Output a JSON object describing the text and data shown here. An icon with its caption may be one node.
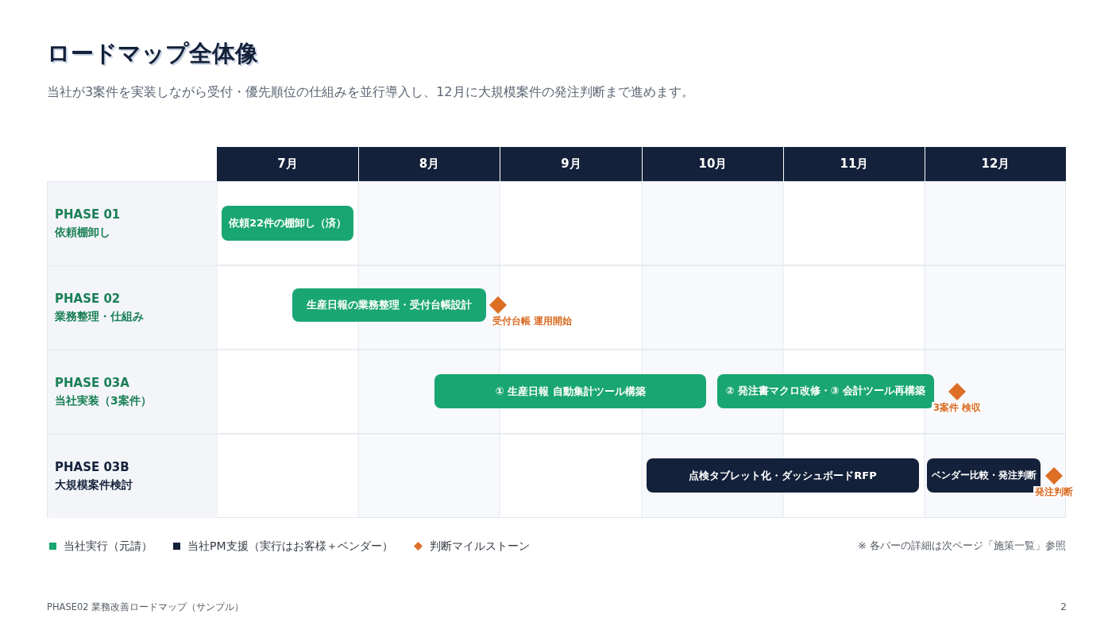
{
  "diagram": {
    "title": "ロードマップ全体像",
    "nodes": [
      {
        "text": [
          "7月"
        ]
      },
      {
        "text": [
          "8月"
        ]
      },
      {
        "text": [
          "9月"
        ]
      },
      {
        "text": [
          "10月"
        ]
      },
      {
        "text": [
          "11月"
        ]
      },
      {
        "text": [
          "12月"
        ]
      },
      {
        "text": [
          "PHASE 01",
          "依頼棚卸し"
        ]
      },
      {
        "text": [
          "PHASE 02",
          "業務整理・仕組み"
        ]
      },
      {
        "text": [
          "PHASE 03A",
          "当社実装（3案件）"
        ]
      },
      {
        "text": [
          "PHASE 03B",
          "大規模案件検討"
        ]
      },
      {
        "text": [
          "依頼22件の棚卸し（済）"
        ]
      },
      {
        "text": [
          "生産日報の業務整理・受付台帳設計"
        ]
      },
      {
        "text": [],
        "shape": "diamond",
        "beside": [
          "受付台帳 運用開始"
        ]
      },
      {
        "text": [
          "① 生産日報 自動集計ツール構築"
        ]
      },
      {
        "text": [
          "② 発注書マクロ改修・③ 会計ツール再構築"
        ]
      },
      {
        "text": [],
        "shape": "diamond",
        "beside": [
          "3案件 検収"
        ]
      },
      {
        "text": [
          "点検タブレット化・ダッシュボードRFP"
        ]
      },
      {
        "text": [
          "ベンダー比較・発注判断"
        ]
      },
      {
        "text": [],
        "shape": "diamond",
        "beside": [
          "発注判断"
        ]
      }
    ],
    "labels": [
      "当社が3案件を実装しながら受付・優先順位の仕組みを並行導入し、12月に大規模案件の発注判断まで進めます。",
      "※ 各バーの詳細は次ページ「施策一覧」参照",
      "PHASE02 業務改善ロードマップ（サンプル）",
      "2"
    ],
    "legend": [
      {
        "text": "当社実行（元請）",
        "color": "#1aa673"
      },
      {
        "text": "当社PM支援（実行はお客様＋ベンダー）",
        "color": "#14213a"
      },
      {
        "text": "判断マイルストーン"
      }
    ]
  }
}
